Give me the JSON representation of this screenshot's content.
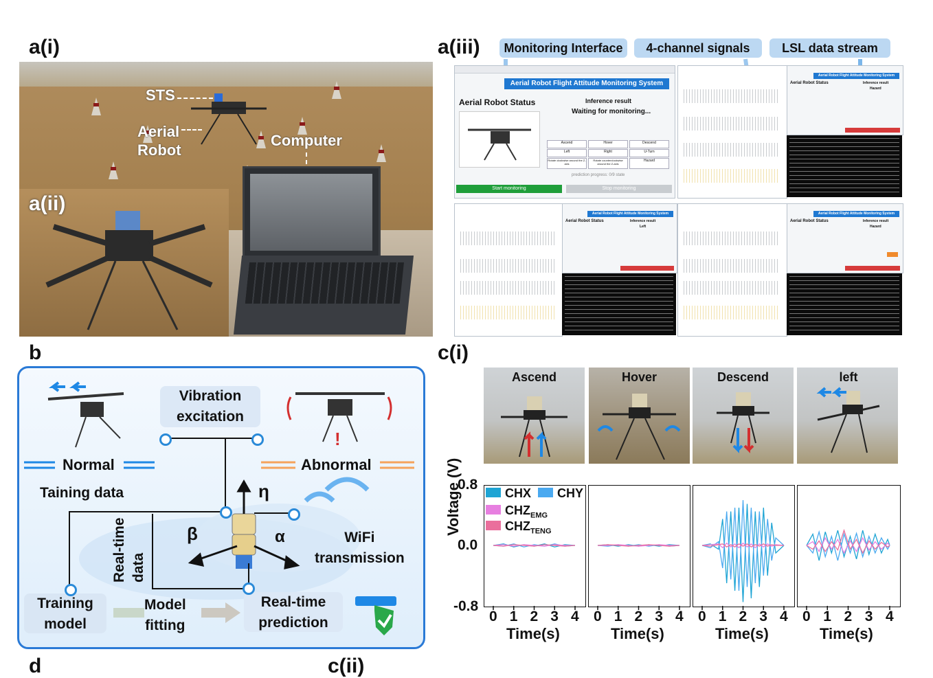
{
  "panel_labels": {
    "a_i": "a(i)",
    "a_ii": "a(ii)",
    "a_iii": "a(iii)",
    "b": "b",
    "c_i": "c(i)",
    "d": "d",
    "c_ii": "c(ii)"
  },
  "a_i": {
    "sts_label": "STS",
    "aerial_robot_label": "Aerial\nRobot",
    "computer_label": "Computer"
  },
  "a_iii": {
    "tags": [
      "Monitoring Interface",
      "4-channel signals",
      "LSL data stream"
    ],
    "main_window": {
      "header": "Aerial Robot Flight Attitude Monitoring System",
      "status_title": "Aerial Robot Status",
      "inference_title": "Inference result",
      "inference_value": "Waiting for monitoring...",
      "start_button": "Start monitoring",
      "stop_button": "Stop monitoring",
      "grid_buttons": [
        "Ascend",
        "Hover",
        "Descend",
        "Left",
        "Right",
        "U-Turn",
        "Rotate clockwise around the Z-axis",
        "Rotate counterclockwise around the Z-axis",
        "Hazard"
      ],
      "progress_text": "prediction progress: 0/9 state"
    },
    "small_windows": [
      {
        "header": "Aerial Robot Flight Attitude Monitoring System",
        "status_title": "Aerial Robot Status",
        "inference_title": "Inference result",
        "inference_value": "Hazard"
      },
      {
        "header": "Aerial Robot Flight Attitude Monitoring System",
        "status_title": "Aerial Robot Status",
        "inference_title": "Inference result",
        "inference_value": "Left"
      },
      {
        "header": "Aerial Robot Flight Attitude Monitoring System",
        "status_title": "Aerial Robot Status",
        "inference_title": "Inference result",
        "inference_value": "Hazard"
      }
    ]
  },
  "b": {
    "normal_label": "Normal",
    "abnormal_label": "Abnormal",
    "vibration_label": "Vibration\nexcitation",
    "training_data_label": "Taining data",
    "realtime_data_label": "Real-time\ndata",
    "wifi_label": "WiFi\ntransmission",
    "training_model_label": "Training\nmodel",
    "model_fitting_label": "Model\nfitting",
    "realtime_prediction_label": "Real-time\nprediction",
    "eta": "η",
    "beta": "β",
    "alpha": "α",
    "colors": {
      "normal_lines": "#1e88e5",
      "abnormal_lines": "#f5a35c",
      "frame": "#2a7ad6"
    }
  },
  "c_i": {
    "photo_labels": [
      "Ascend",
      "Hover",
      "Descend",
      "left"
    ]
  },
  "chart_data": {
    "type": "line",
    "ylabel": "Voltage (V)",
    "xlabel": "Time(s)",
    "ylim": [
      -0.8,
      0.8
    ],
    "yticks": [
      "0.8",
      "0.0",
      "-0.8"
    ],
    "xlim": [
      0,
      4
    ],
    "xticks": [
      "0",
      "1",
      "2",
      "3",
      "4"
    ],
    "legend": [
      {
        "name": "CHX",
        "color": "#1ea4d4"
      },
      {
        "name": "CHY",
        "color": "#4aa9f0"
      },
      {
        "name": "CHZ",
        "sub": "EMG",
        "color": "#e77fe0"
      },
      {
        "name": "CHZ",
        "sub": "TENG",
        "color": "#ea6f9c"
      }
    ],
    "subplots": [
      {
        "state": "Ascend",
        "x": [
          0,
          0.5,
          1,
          1.5,
          2,
          2.5,
          3,
          3.5,
          4
        ],
        "CHX": [
          0.0,
          0.02,
          -0.02,
          0.01,
          -0.01,
          0.02,
          -0.02,
          0.01,
          0.0
        ],
        "CHY": [
          0.0,
          -0.01,
          0.02,
          -0.02,
          0.01,
          -0.01,
          0.02,
          -0.01,
          0.0
        ],
        "CHZ_EMG": [
          0.0,
          0.01,
          -0.01,
          0.01,
          0.0,
          -0.01,
          0.01,
          0.0,
          0.0
        ],
        "CHZ_TENG": [
          0.0,
          -0.01,
          0.01,
          0.0,
          -0.01,
          0.01,
          0.0,
          -0.01,
          0.0
        ]
      },
      {
        "state": "Hover",
        "x": [
          0,
          0.5,
          1,
          1.5,
          2,
          2.5,
          3,
          3.5,
          4
        ],
        "CHX": [
          0.0,
          0.01,
          -0.01,
          0.01,
          -0.01,
          0.01,
          -0.01,
          0.01,
          0.0
        ],
        "CHY": [
          0.0,
          -0.01,
          0.01,
          -0.01,
          0.01,
          -0.01,
          0.01,
          -0.01,
          0.0
        ],
        "CHZ_EMG": [
          0.0,
          0.0,
          0.01,
          0.0,
          -0.01,
          0.0,
          0.01,
          0.0,
          0.0
        ],
        "CHZ_TENG": [
          0.0,
          0.01,
          0.0,
          -0.01,
          0.0,
          0.01,
          0.0,
          -0.01,
          0.0
        ]
      },
      {
        "state": "Descend",
        "x": [
          0,
          0.4,
          0.8,
          1.0,
          1.2,
          1.4,
          1.6,
          1.8,
          2.0,
          2.2,
          2.4,
          2.6,
          2.8,
          3.0,
          3.2,
          3.4,
          3.6,
          4
        ],
        "CHX": [
          0.0,
          0.02,
          -0.05,
          0.35,
          -0.5,
          0.45,
          -0.6,
          0.5,
          -0.75,
          0.55,
          -0.7,
          0.45,
          -0.55,
          0.5,
          -0.4,
          0.3,
          -0.1,
          0.0
        ],
        "CHY": [
          0.0,
          -0.03,
          0.05,
          -0.3,
          0.45,
          -0.45,
          0.5,
          -0.6,
          0.6,
          -0.55,
          0.5,
          -0.5,
          0.45,
          -0.4,
          0.35,
          -0.2,
          0.1,
          0.0
        ],
        "CHZ_EMG": [
          0.0,
          0.01,
          0.02,
          -0.03,
          0.03,
          -0.02,
          0.02,
          -0.03,
          0.03,
          -0.02,
          0.02,
          -0.03,
          0.02,
          -0.02,
          0.02,
          -0.01,
          0.01,
          0.0
        ],
        "CHZ_TENG": [
          0.0,
          -0.01,
          0.01,
          0.02,
          -0.02,
          0.01,
          -0.02,
          0.02,
          -0.01,
          0.02,
          -0.02,
          0.01,
          -0.01,
          0.02,
          -0.01,
          0.01,
          0.0,
          0.0
        ]
      },
      {
        "state": "left",
        "x": [
          0,
          0.3,
          0.6,
          0.9,
          1.2,
          1.5,
          1.8,
          2.1,
          2.4,
          2.7,
          3.0,
          3.3,
          3.6,
          3.9,
          4
        ],
        "CHX": [
          0.0,
          0.15,
          -0.2,
          0.18,
          -0.1,
          0.2,
          -0.15,
          0.12,
          -0.18,
          0.2,
          -0.12,
          0.15,
          -0.1,
          0.08,
          0.0
        ],
        "CHY": [
          0.0,
          -0.1,
          0.18,
          -0.15,
          0.12,
          -0.2,
          0.15,
          -0.1,
          0.16,
          -0.15,
          0.12,
          -0.1,
          0.1,
          -0.05,
          0.0
        ],
        "CHZ_EMG": [
          0.0,
          0.05,
          -0.08,
          0.1,
          -0.05,
          0.08,
          -0.1,
          0.06,
          -0.08,
          0.1,
          -0.06,
          0.05,
          -0.05,
          0.03,
          0.0
        ],
        "CHZ_TENG": [
          0.0,
          -0.05,
          0.06,
          -0.08,
          0.05,
          -0.06,
          0.2,
          -0.05,
          0.08,
          -0.1,
          0.06,
          -0.05,
          0.04,
          -0.02,
          0.0
        ]
      }
    ]
  }
}
